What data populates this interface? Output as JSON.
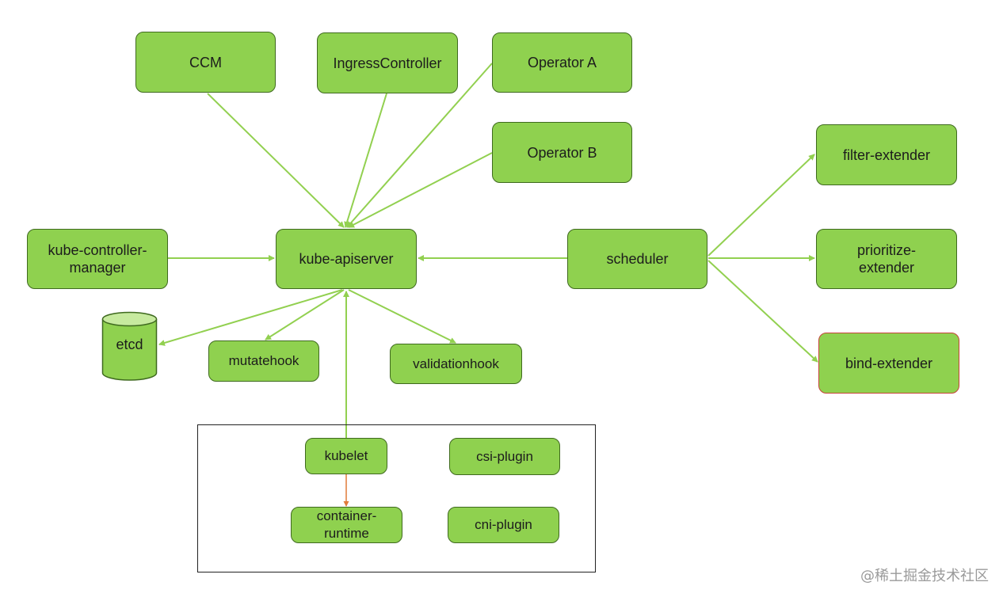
{
  "nodes": {
    "ccm": "CCM",
    "ingress": "IngressController",
    "operator_a": "Operator A",
    "operator_b": "Operator B",
    "kcm": "kube-controller-\nmanager",
    "apiserver": "kube-apiserver",
    "scheduler": "scheduler",
    "filter": "filter-extender",
    "prioritize": "prioritize-\nextender",
    "bind": "bind-extender",
    "etcd": "etcd",
    "mutatehook": "mutatehook",
    "validationhook": "validationhook",
    "kubelet": "kubelet",
    "csi": "csi-plugin",
    "container_runtime": "container-\nruntime",
    "cni": "cni-plugin"
  },
  "watermark": "@稀土掘金技术社区",
  "colors": {
    "node_fill": "#8fd14f",
    "node_border": "#3f6a1f",
    "edge": "#92d050",
    "runtime_edge": "#e07b39",
    "bind_border": "#c6443a"
  }
}
